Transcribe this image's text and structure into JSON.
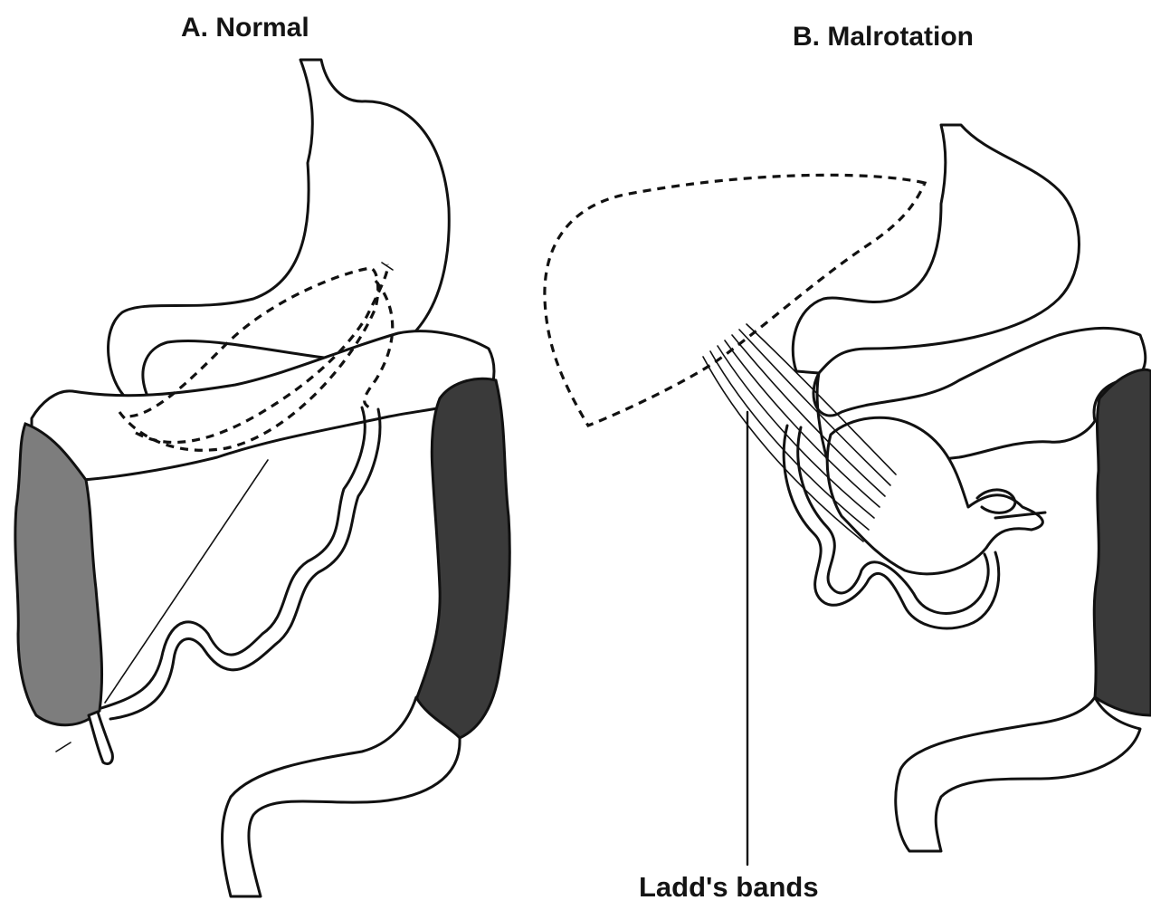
{
  "panels": {
    "normal": {
      "title": "A. Normal"
    },
    "malrotation": {
      "title": "B. Malrotation"
    }
  },
  "annotations": {
    "ladds_bands": "Ladd's bands"
  },
  "colors": {
    "line": "#111111",
    "ascending_colon_normal": "#7d7d7d",
    "descending_colon": "#3a3a3a",
    "background": "#ffffff"
  }
}
